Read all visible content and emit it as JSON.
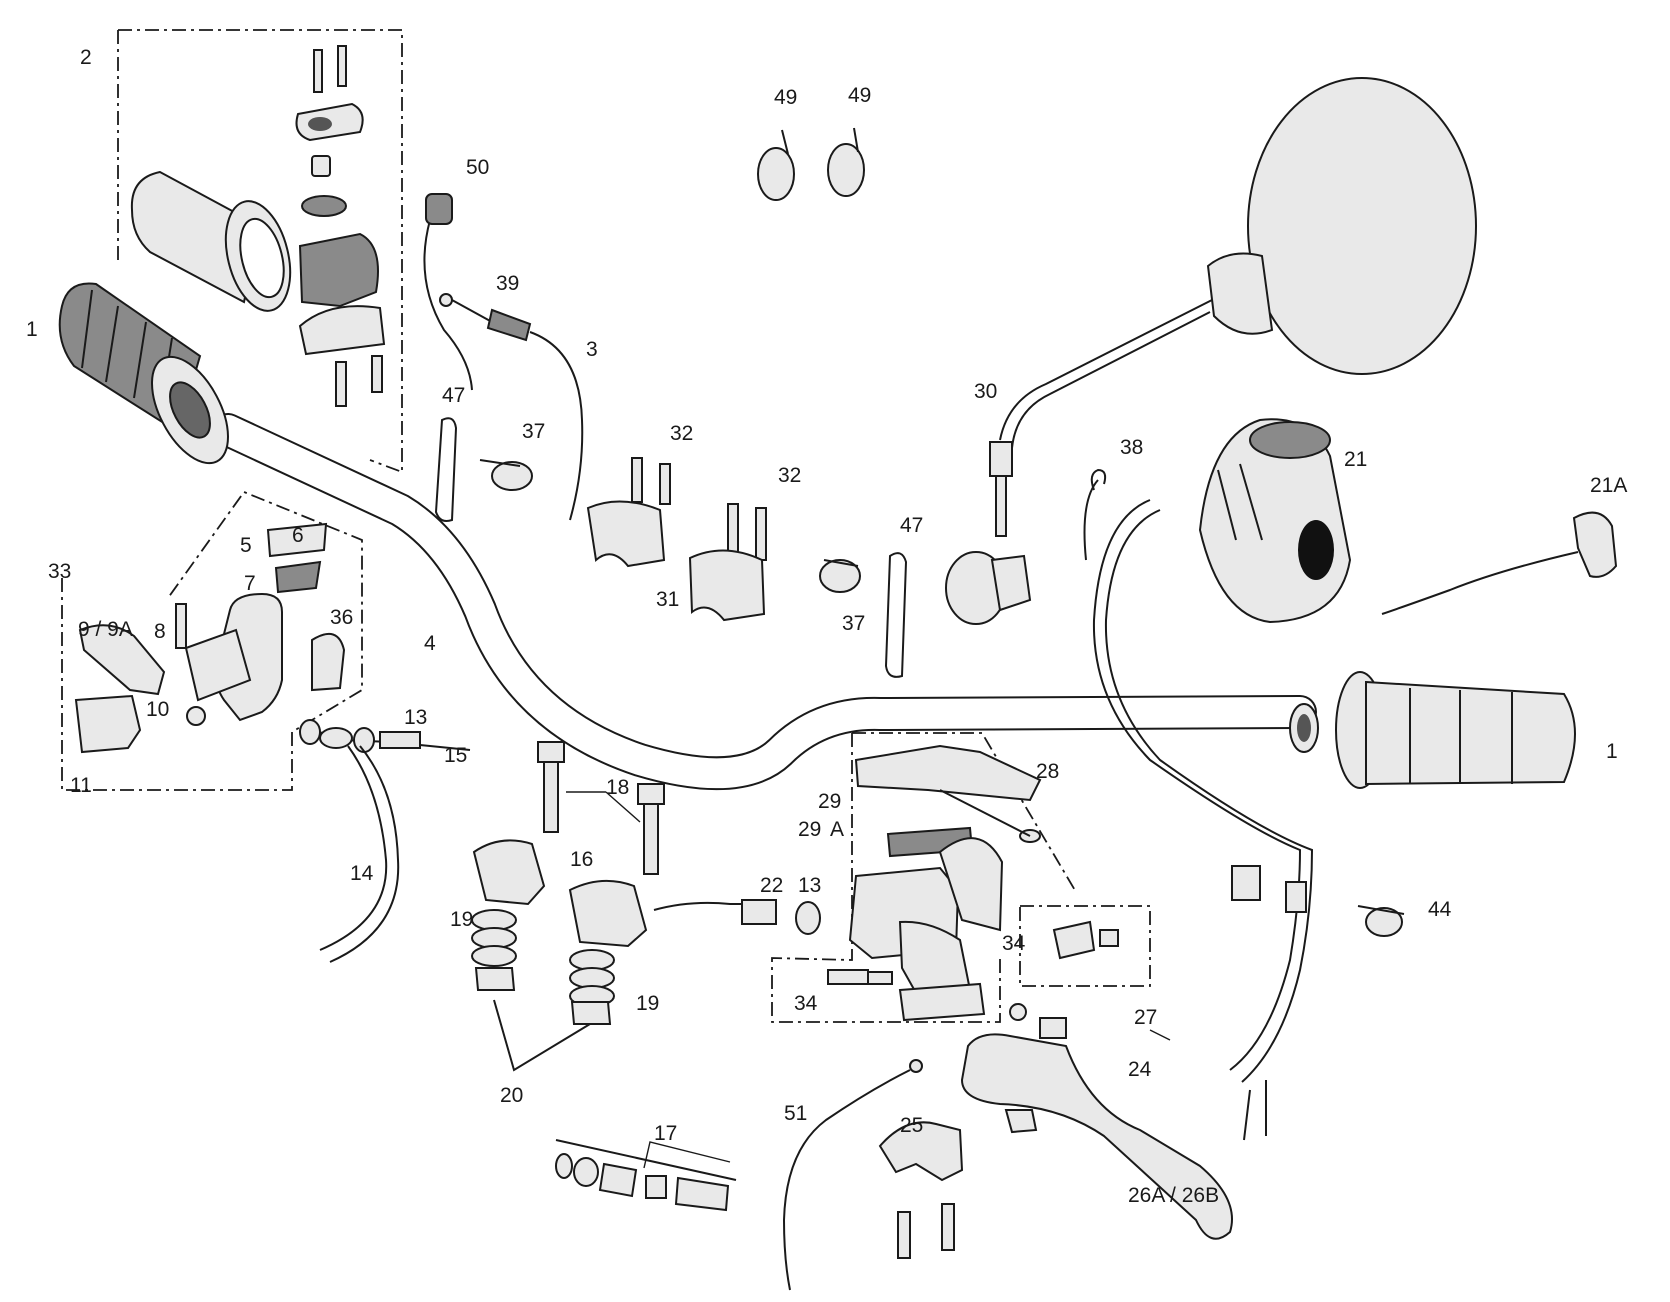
{
  "labels": {
    "l1_left": "1",
    "l1_right": "1",
    "l2": "2",
    "l3": "3",
    "l4": "4",
    "l5": "5",
    "l6": "6",
    "l7": "7",
    "l8": "8",
    "l9": "9 / 9A",
    "l10": "10",
    "l11": "11",
    "l13_a": "13",
    "l13_b": "13",
    "l14": "14",
    "l15": "15",
    "l16": "16",
    "l17": "17",
    "l18": "18",
    "l19_a": "19",
    "l19_b": "19",
    "l20": "20",
    "l21": "21",
    "l21a": "21A",
    "l22": "22",
    "l24": "24",
    "l25": "25",
    "l26": "26A / 26B",
    "l27": "27",
    "l28": "28",
    "l29": "29",
    "l29a": "A",
    "l30": "30",
    "l31": "31",
    "l32_a": "32",
    "l32_b": "32",
    "l33": "33",
    "l34_a": "34",
    "l34_b": "34",
    "l36": "36",
    "l37_a": "37",
    "l37_b": "37",
    "l38": "38",
    "l39": "39",
    "l44": "44",
    "l47_a": "47",
    "l47_b": "47",
    "l49_a": "49",
    "l49_b": "49",
    "l50": "50",
    "l51": "51"
  }
}
